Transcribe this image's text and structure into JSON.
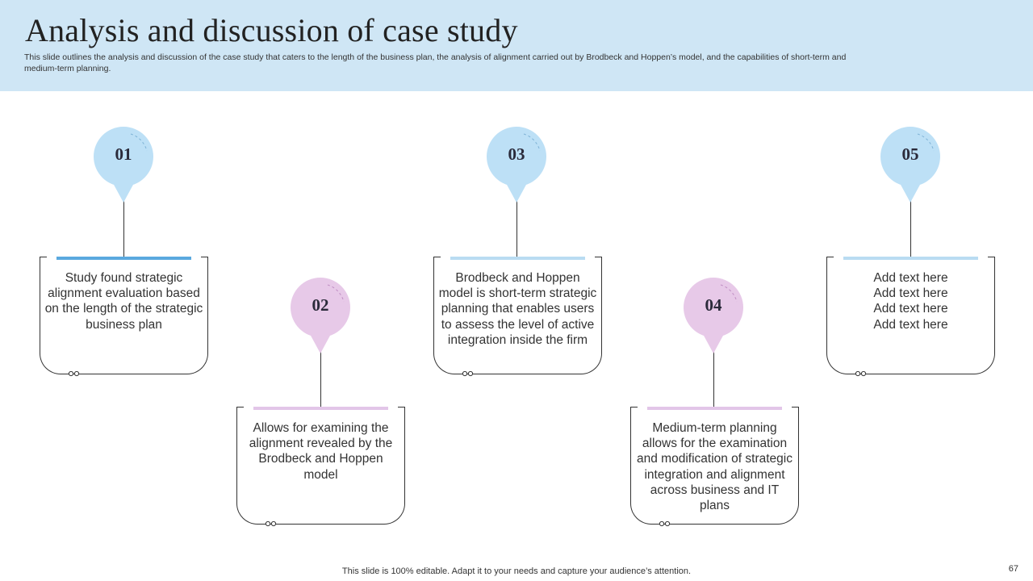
{
  "header": {
    "title": "Analysis and discussion of case study",
    "subtitle": "This slide outlines the analysis and discussion of the case study that caters to the length of the business plan, the analysis of alignment carried out by Brodbeck and Hoppen’s model, and the capabilities of short-term and medium-term planning."
  },
  "colors": {
    "header_bg": "#cfe6f5",
    "pin_blue": "#bde0f6",
    "pin_pink": "#e7c9e8",
    "bar_blue": "#5aa9df",
    "bar_light_blue": "#b9dcf2",
    "bar_pink": "#e2c6e8"
  },
  "steps": [
    {
      "number": "01",
      "text": "Study found strategic alignment evaluation based on the length  of the strategic business plan"
    },
    {
      "number": "02",
      "text": "Allows for examining the alignment revealed by the Brodbeck and Hoppen model"
    },
    {
      "number": "03",
      "text": "Brodbeck and Hoppen model is short-term strategic planning that enables users to assess the level of active integration inside the firm"
    },
    {
      "number": "04",
      "text": "Medium-term planning allows for the examination and modification of strategic integration and alignment across business and IT plans"
    },
    {
      "number": "05",
      "text": "Add text here\nAdd text here\nAdd text here\nAdd text here"
    }
  ],
  "footer": {
    "note": "This slide is 100% editable. Adapt it to your needs and capture your audience’s attention.",
    "page_number": "67"
  }
}
